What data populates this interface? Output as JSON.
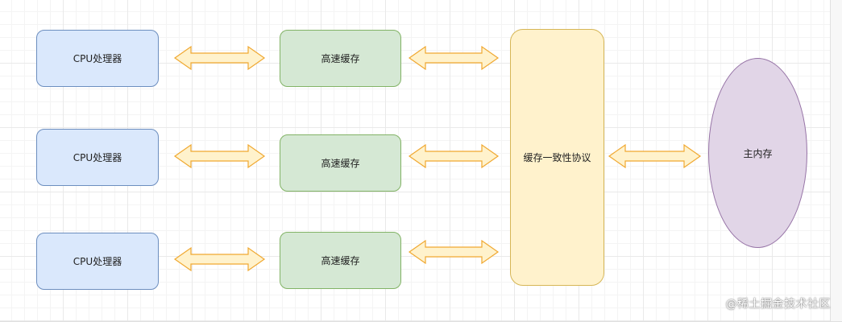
{
  "diagram": {
    "cpus": [
      {
        "label": "CPU处理器"
      },
      {
        "label": "CPU处理器"
      },
      {
        "label": "CPU处理器"
      }
    ],
    "caches": [
      {
        "label": "高速缓存"
      },
      {
        "label": "高速缓存"
      },
      {
        "label": "高速缓存"
      }
    ],
    "coherence_label": "缓存一致性协议",
    "memory_label": "主内存",
    "colors": {
      "cpu_fill": "#dae8fc",
      "cpu_stroke": "#6c8ebf",
      "cache_fill": "#d5e8d4",
      "cache_stroke": "#82b366",
      "protocol_fill": "#fff2cc",
      "protocol_stroke": "#d6b656",
      "memory_fill": "#e1d5e7",
      "memory_stroke": "#9673a6",
      "arrow_fill": "#fff2cc",
      "arrow_stroke": "#f0a830"
    }
  },
  "footer": {
    "watermark": "@稀土掘金技术社区"
  }
}
